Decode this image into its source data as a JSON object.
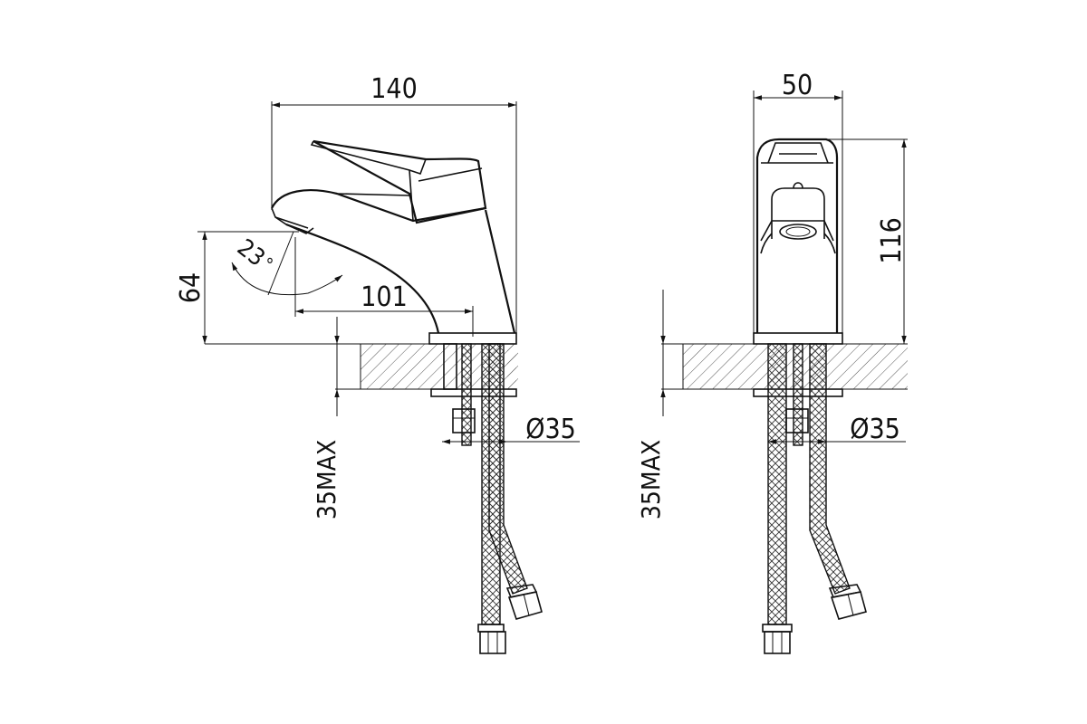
{
  "dimensions": {
    "side_view": {
      "overall_length": "140",
      "height": "64",
      "spout_reach": "101",
      "angle": "23",
      "angle_unit": "°",
      "hole_diameter": "Ø35",
      "max_thickness": "35MAX"
    },
    "front_view": {
      "width": "50",
      "height": "116",
      "hole_diameter": "Ø35",
      "max_thickness": "35MAX"
    }
  },
  "colors": {
    "line": "#111111",
    "background": "#ffffff"
  }
}
